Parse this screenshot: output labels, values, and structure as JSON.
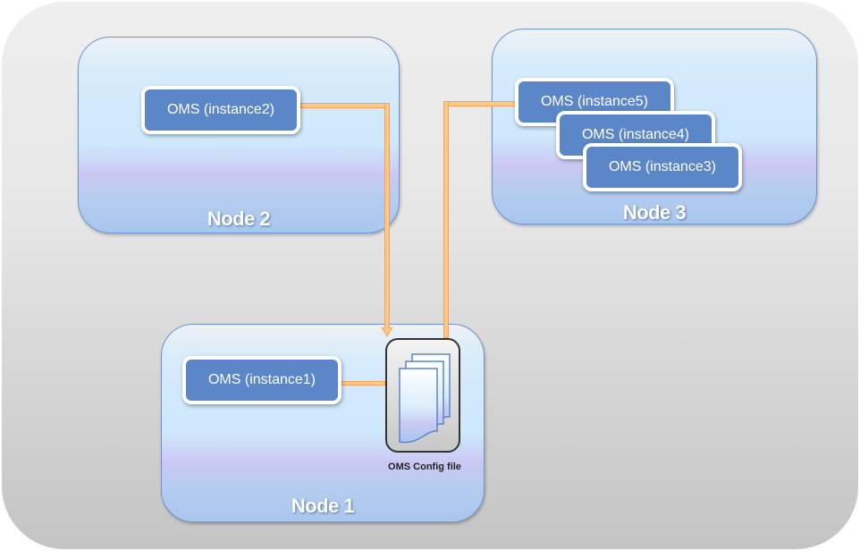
{
  "diagram": {
    "nodes": [
      {
        "id": "node1",
        "label": "Node 1"
      },
      {
        "id": "node2",
        "label": "Node 2"
      },
      {
        "id": "node3",
        "label": "Node 3"
      }
    ],
    "instances": [
      {
        "id": "instance1",
        "label": "OMS (instance1)",
        "node": "node1"
      },
      {
        "id": "instance2",
        "label": "OMS (instance2)",
        "node": "node2"
      },
      {
        "id": "instance5",
        "label": "OMS (instance5)",
        "node": "node3"
      },
      {
        "id": "instance4",
        "label": "OMS (instance4)",
        "node": "node3"
      },
      {
        "id": "instance3",
        "label": "OMS (instance3)",
        "node": "node3"
      }
    ],
    "config_file": {
      "label": "OMS Config file",
      "icon": "document-stack-icon"
    },
    "connections": [
      {
        "from": "instance1",
        "to": "config_file"
      },
      {
        "from": "instance2",
        "to": "config_file"
      },
      {
        "from": "instance5",
        "to": "config_file"
      }
    ],
    "colors": {
      "instance_fill": "#5b86c7",
      "node_border": "#6f94cf",
      "connector": "#fbc98c"
    }
  }
}
